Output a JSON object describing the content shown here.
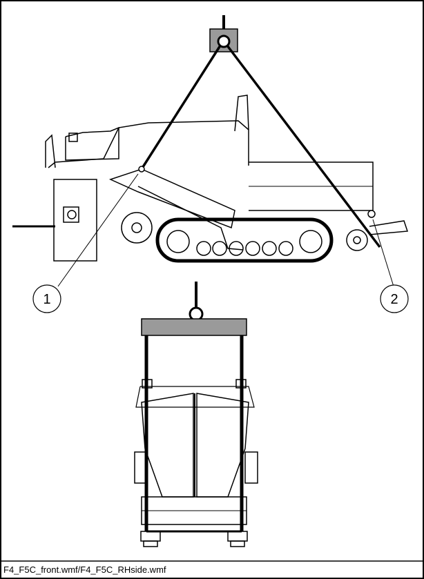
{
  "callouts": [
    {
      "id": "1",
      "label": "1"
    },
    {
      "id": "2",
      "label": "2"
    }
  ],
  "caption": "F4_F5C_front.wmf/F4_F5C_RHside.wmf"
}
